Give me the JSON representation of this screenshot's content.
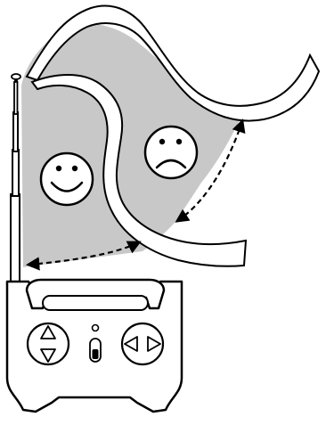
{
  "figure": {
    "subject": "remote-control-antenna-range-illustration",
    "colors": {
      "line": "#000000",
      "zone_fill": "#c8c8c8",
      "paper": "#ffffff"
    },
    "zones": [
      {
        "id": "good-signal-zone",
        "face": "smiley-face-icon",
        "mood": "happy"
      },
      {
        "id": "weak-signal-zone",
        "face": "frowning-face-icon",
        "mood": "sad"
      }
    ],
    "arrows": [
      {
        "id": "range-arrow-lower",
        "style": "dashed",
        "heads": "both"
      },
      {
        "id": "range-arrow-right",
        "style": "dashed",
        "heads": "both"
      }
    ],
    "controller": {
      "antenna": "telescopic-antenna",
      "left_pad": "up-down-arrow-buttons",
      "right_pad": "left-right-arrow-buttons",
      "center": "power-switch"
    }
  }
}
